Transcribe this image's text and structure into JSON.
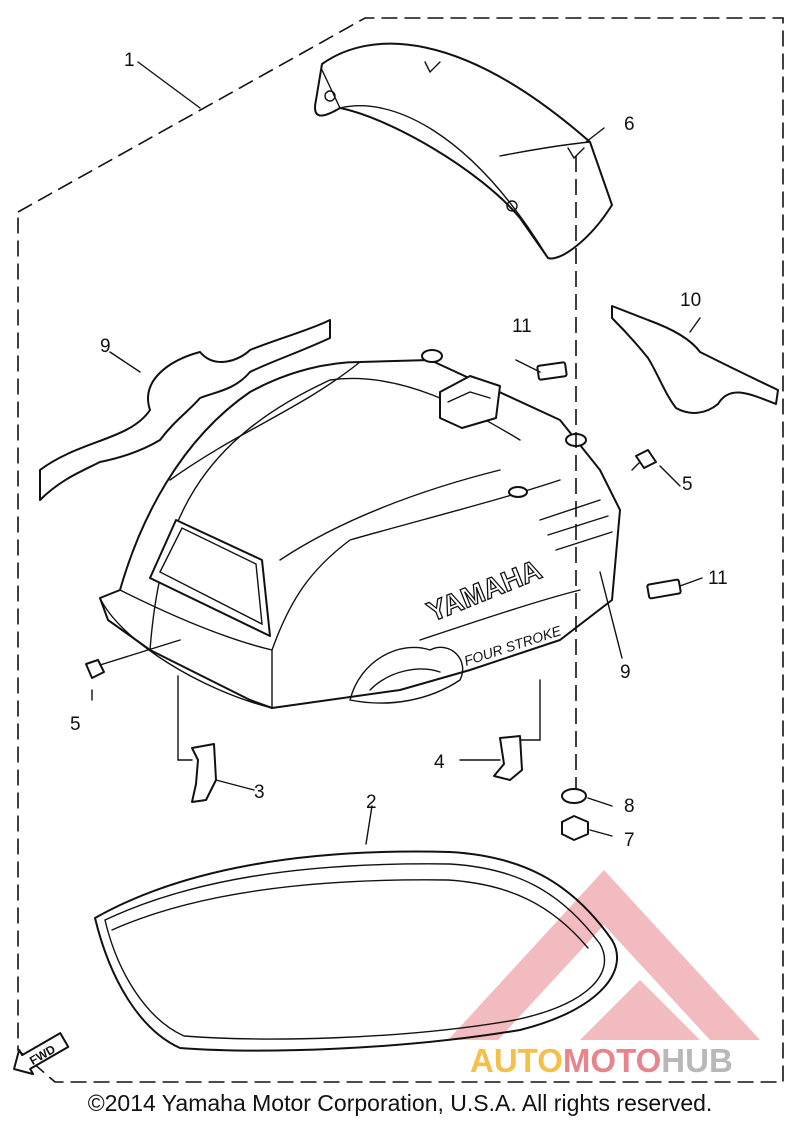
{
  "diagram": {
    "callouts": {
      "c1": "1",
      "c2": "2",
      "c3": "3",
      "c4": "4",
      "c5a": "5",
      "c5b": "5",
      "c6": "6",
      "c7": "7",
      "c8": "8",
      "c9a": "9",
      "c9b": "9",
      "c10": "10",
      "c11a": "11",
      "c11b": "11"
    },
    "cowl_text": {
      "brand": "YAMAHA",
      "model": "FOUR STROKE"
    },
    "fwd_arrow": "FWD"
  },
  "watermark": {
    "part1": "AUTO",
    "part2": "MOTO",
    "part3": "HUB",
    "colors": {
      "auto": "#f3c14a",
      "moto": "#e8848c",
      "hub": "#b8b8b8"
    }
  },
  "footer": {
    "copyright": "©2014 Yamaha Motor Corporation, U.S.A. All rights reserved."
  }
}
